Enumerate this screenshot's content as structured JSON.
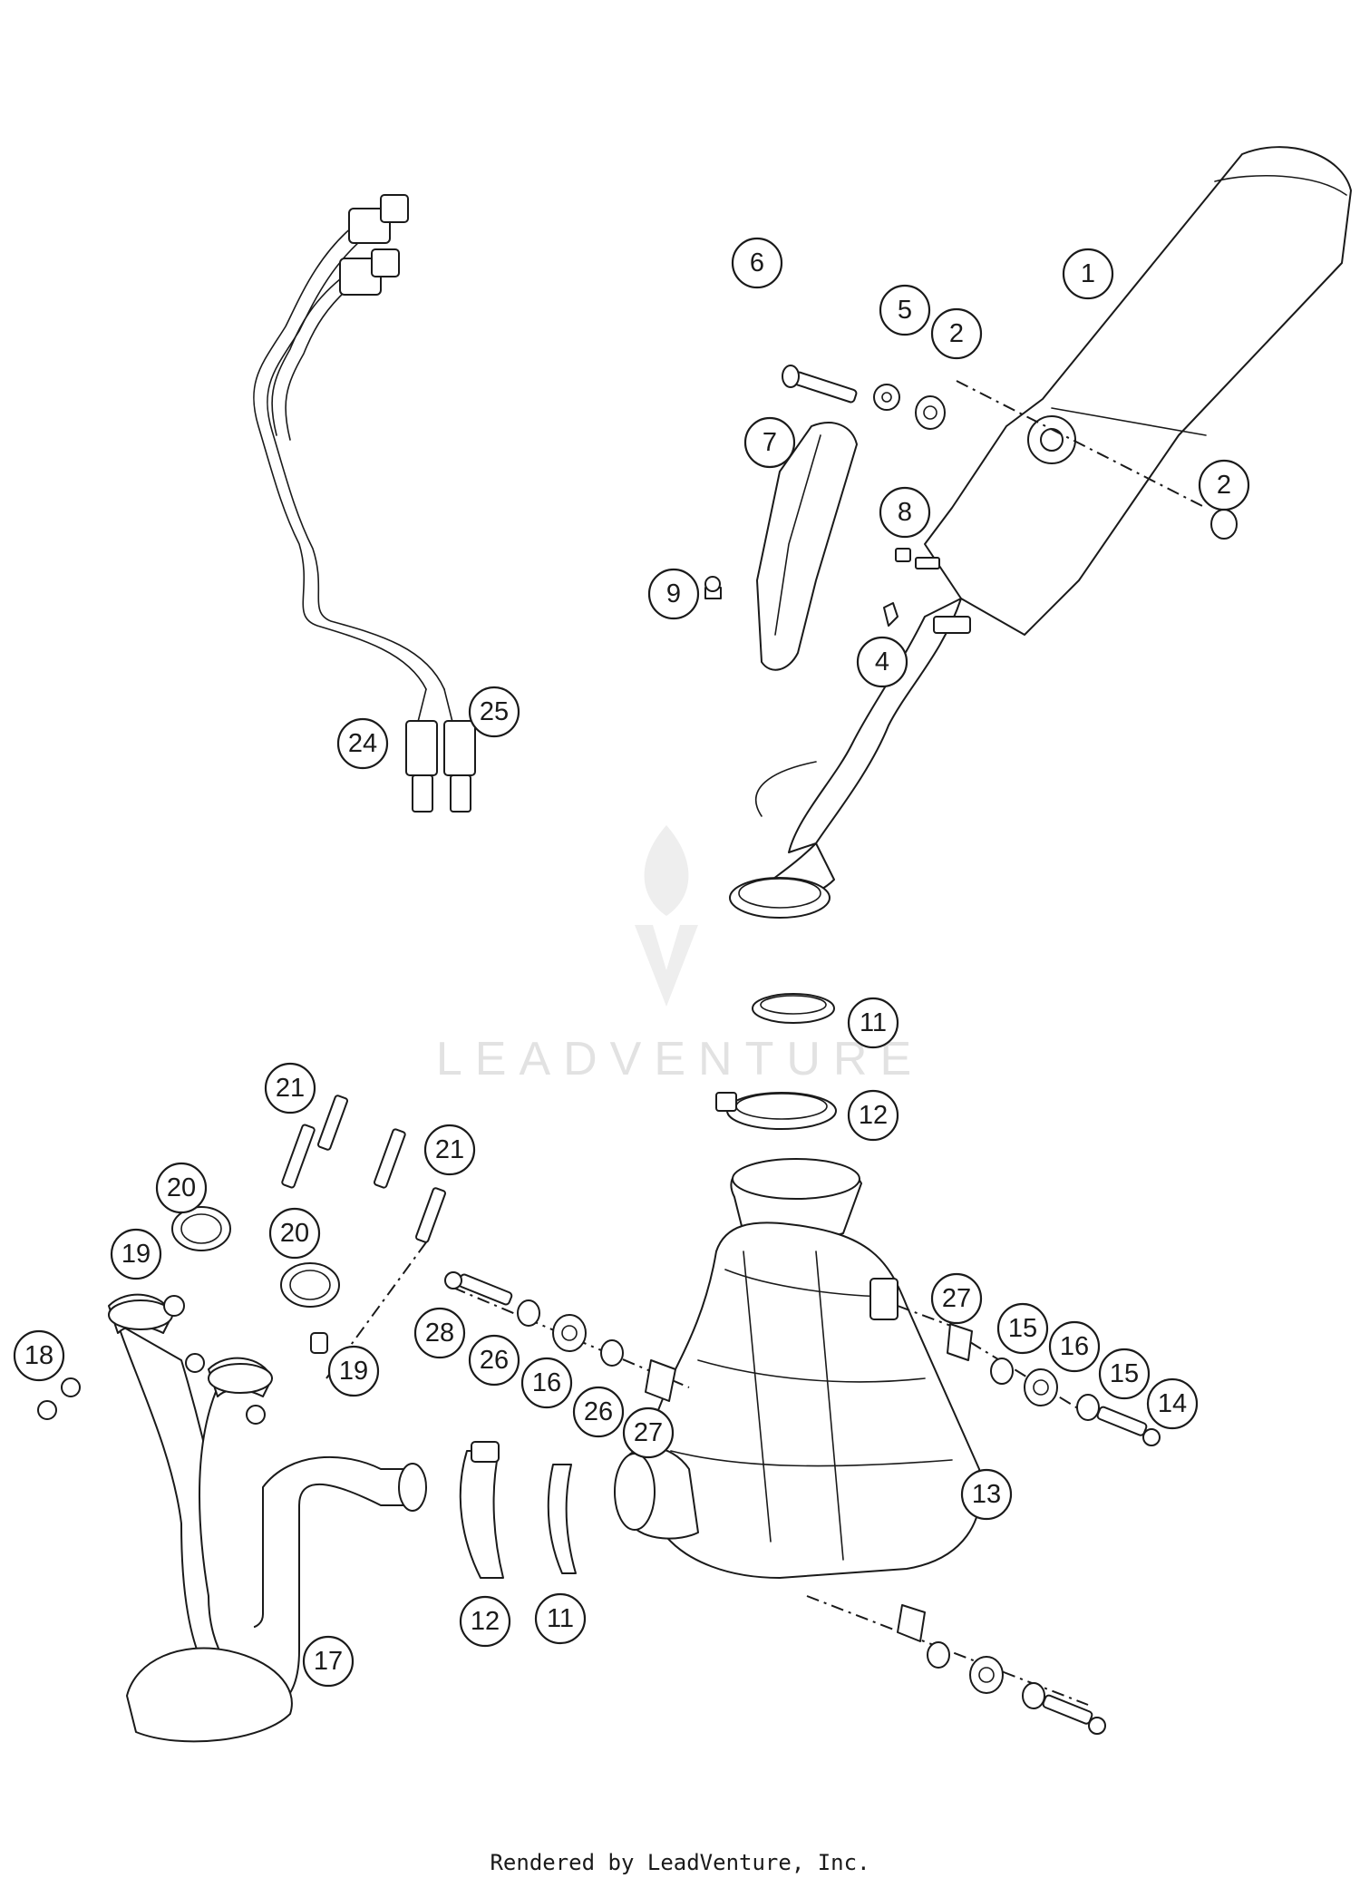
{
  "watermark": {
    "text": "LEADVENTURE"
  },
  "footer": {
    "text": "Rendered by LeadVenture, Inc."
  },
  "callouts": [
    {
      "id": "c1",
      "label": "1"
    },
    {
      "id": "c2a",
      "label": "2"
    },
    {
      "id": "c2b",
      "label": "2"
    },
    {
      "id": "c4",
      "label": "4"
    },
    {
      "id": "c5",
      "label": "5"
    },
    {
      "id": "c6",
      "label": "6"
    },
    {
      "id": "c7",
      "label": "7"
    },
    {
      "id": "c8",
      "label": "8"
    },
    {
      "id": "c9",
      "label": "9"
    },
    {
      "id": "c11a",
      "label": "11"
    },
    {
      "id": "c11b",
      "label": "11"
    },
    {
      "id": "c12a",
      "label": "12"
    },
    {
      "id": "c12b",
      "label": "12"
    },
    {
      "id": "c13",
      "label": "13"
    },
    {
      "id": "c14",
      "label": "14"
    },
    {
      "id": "c15a",
      "label": "15"
    },
    {
      "id": "c15b",
      "label": "15"
    },
    {
      "id": "c16a",
      "label": "16"
    },
    {
      "id": "c16b",
      "label": "16"
    },
    {
      "id": "c17",
      "label": "17"
    },
    {
      "id": "c18",
      "label": "18"
    },
    {
      "id": "c19a",
      "label": "19"
    },
    {
      "id": "c19b",
      "label": "19"
    },
    {
      "id": "c20a",
      "label": "20"
    },
    {
      "id": "c20b",
      "label": "20"
    },
    {
      "id": "c21a",
      "label": "21"
    },
    {
      "id": "c21b",
      "label": "21"
    },
    {
      "id": "c24",
      "label": "24"
    },
    {
      "id": "c25",
      "label": "25"
    },
    {
      "id": "c26a",
      "label": "26"
    },
    {
      "id": "c26b",
      "label": "26"
    },
    {
      "id": "c27a",
      "label": "27"
    },
    {
      "id": "c27b",
      "label": "27"
    },
    {
      "id": "c28",
      "label": "28"
    }
  ]
}
